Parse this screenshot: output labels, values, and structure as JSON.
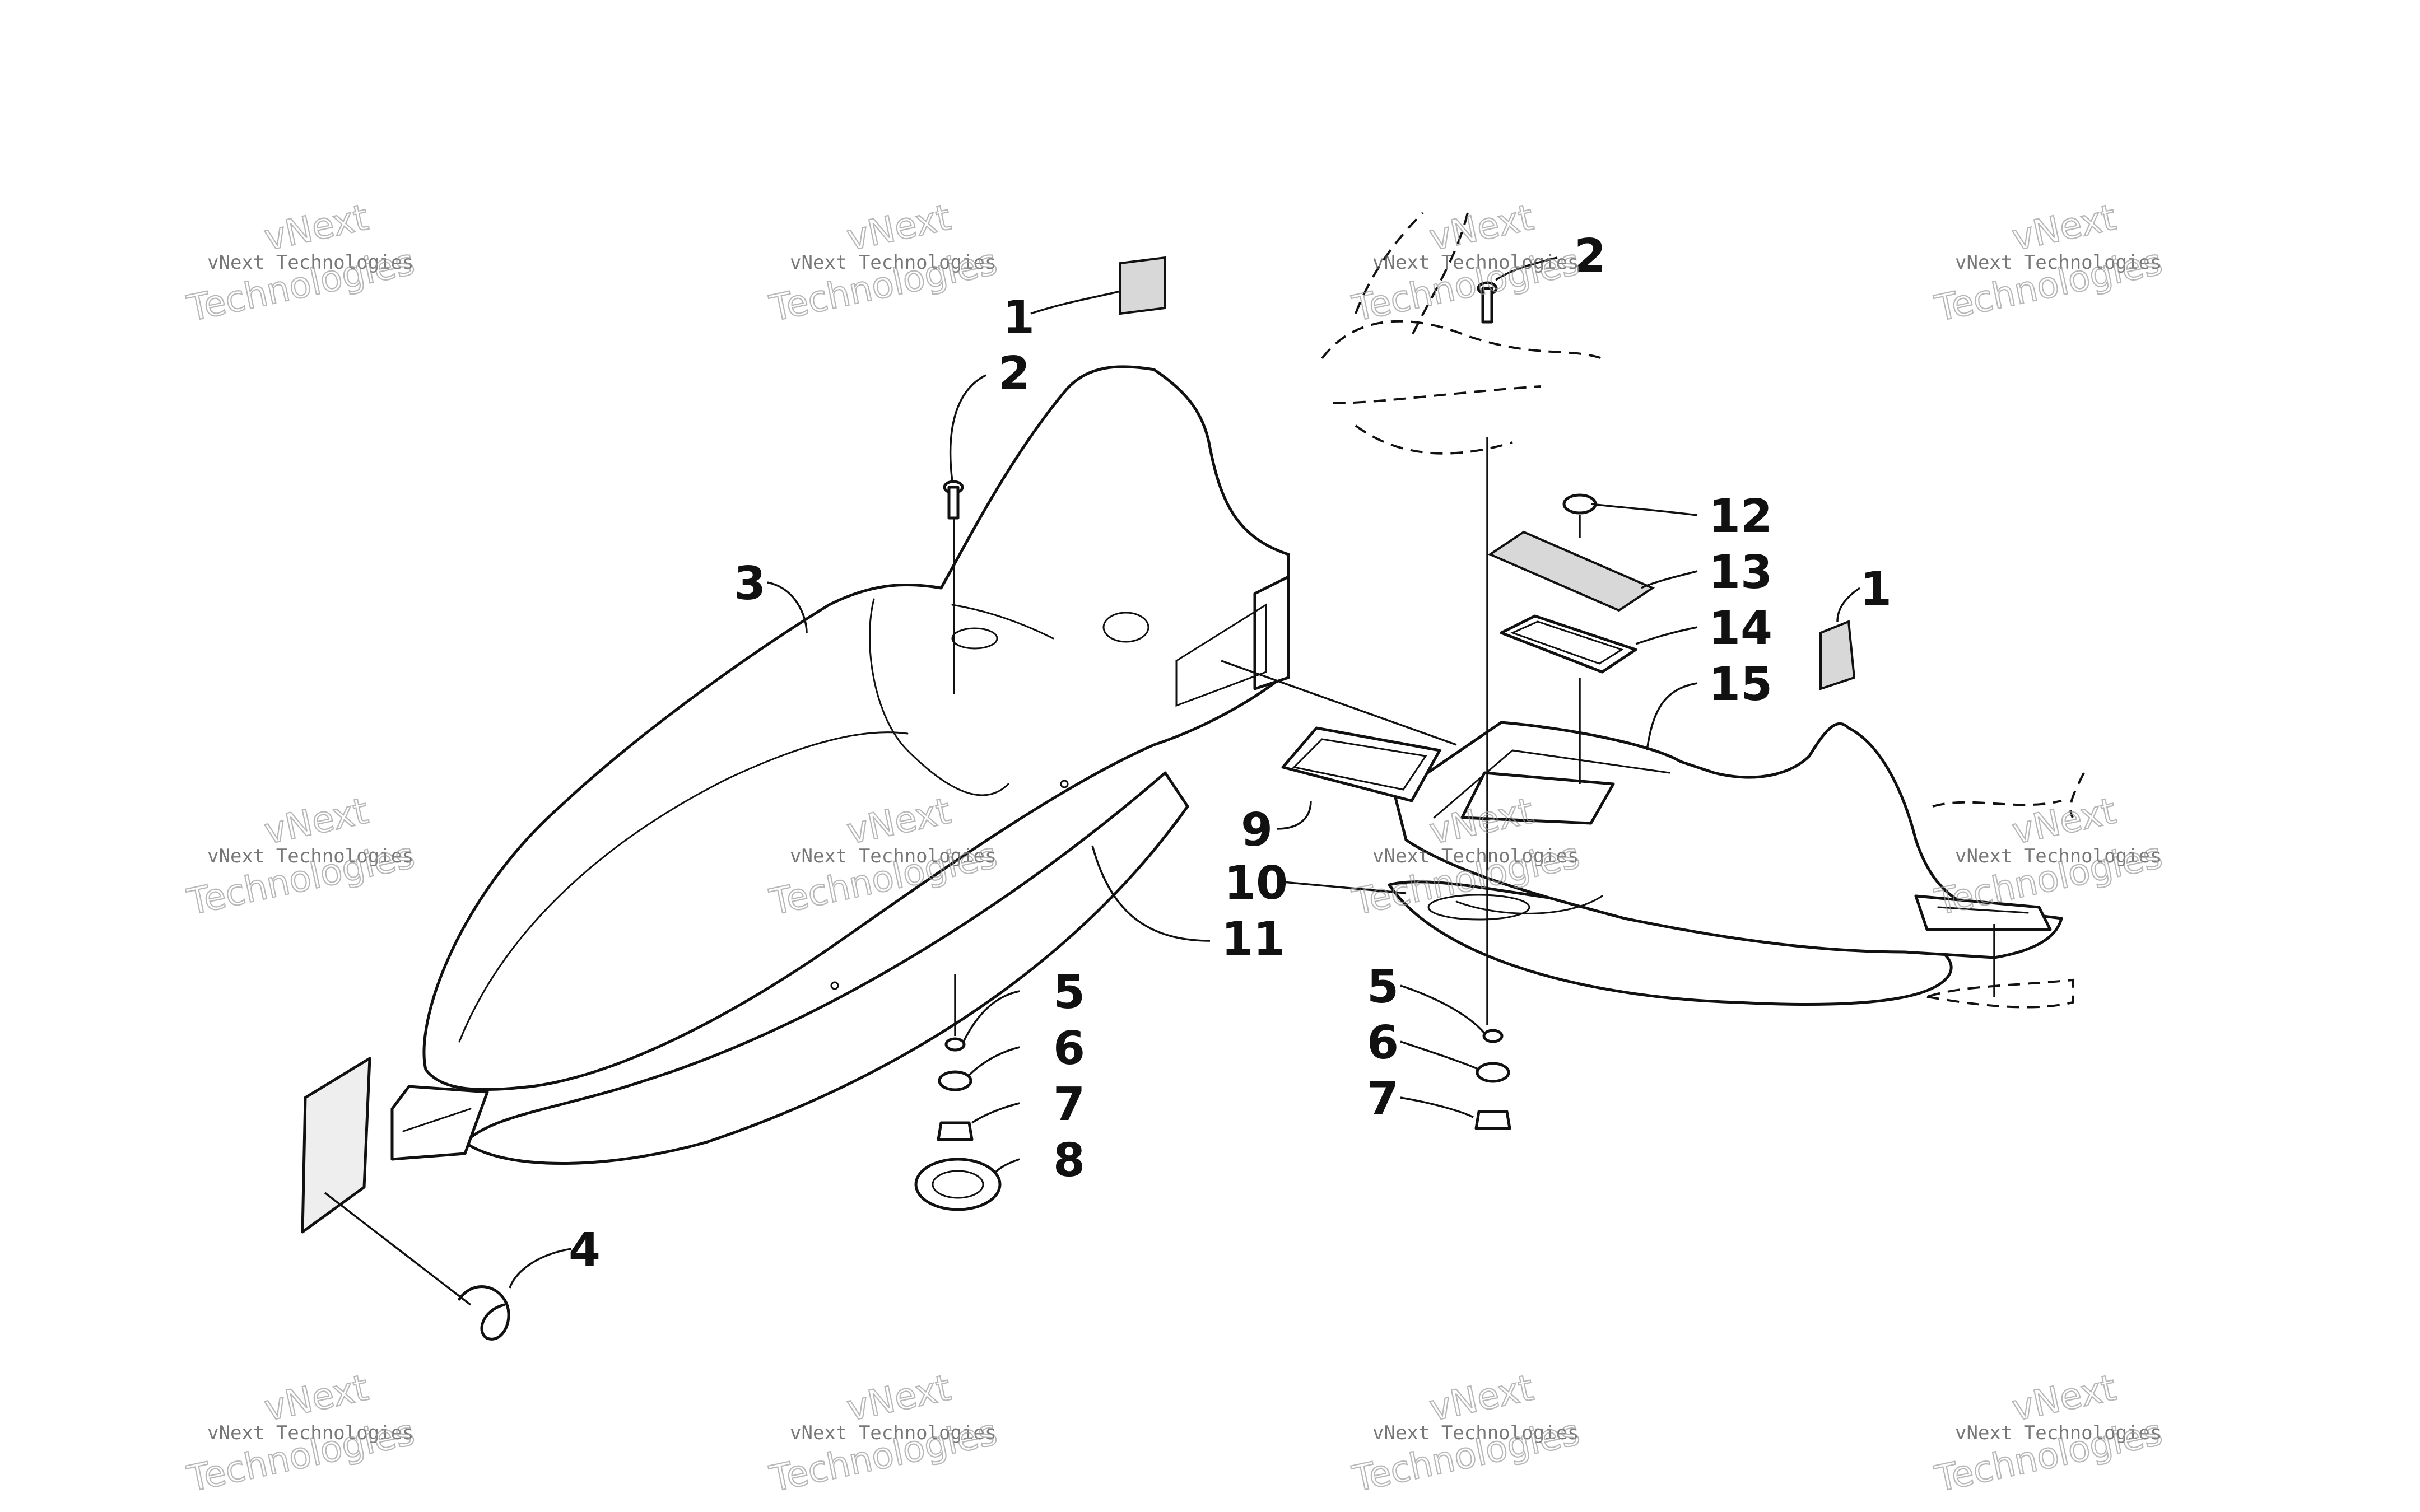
{
  "callouts": [
    {
      "id": "c1a",
      "text": "1"
    },
    {
      "id": "c2a",
      "text": "2"
    },
    {
      "id": "c3",
      "text": "3"
    },
    {
      "id": "c4",
      "text": "4"
    },
    {
      "id": "c5a",
      "text": "5"
    },
    {
      "id": "c6a",
      "text": "6"
    },
    {
      "id": "c7a",
      "text": "7"
    },
    {
      "id": "c8",
      "text": "8"
    },
    {
      "id": "c9",
      "text": "9"
    },
    {
      "id": "c10",
      "text": "10"
    },
    {
      "id": "c11",
      "text": "11"
    },
    {
      "id": "c2b",
      "text": "2"
    },
    {
      "id": "c12",
      "text": "12"
    },
    {
      "id": "c13",
      "text": "13"
    },
    {
      "id": "c14",
      "text": "14"
    },
    {
      "id": "c15",
      "text": "15"
    },
    {
      "id": "c1b",
      "text": "1"
    },
    {
      "id": "c5b",
      "text": "5"
    },
    {
      "id": "c6b",
      "text": "6"
    },
    {
      "id": "c7b",
      "text": "7"
    }
  ],
  "watermark": {
    "line1": "vNext Technologies",
    "big1": "vNext",
    "big2": "Technologies"
  }
}
